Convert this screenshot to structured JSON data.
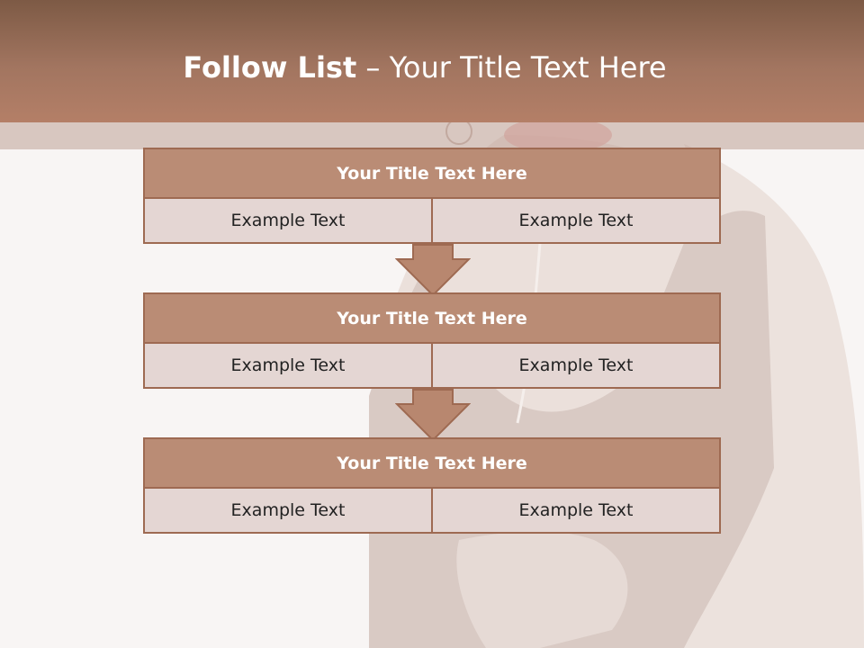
{
  "slide": {
    "title_bold": "Follow List",
    "title_rest": " – Your Title Text Here"
  },
  "steps": [
    {
      "title": "Your Title Text Here",
      "left": "Example Text",
      "right": "Example Text"
    },
    {
      "title": "Your Title Text Here",
      "left": "Example Text",
      "right": "Example Text"
    },
    {
      "title": "Your Title Text Here",
      "left": "Example Text",
      "right": "Example Text"
    }
  ],
  "colors": {
    "header": "#a27560",
    "block_title": "#ba8c75",
    "block_border": "#9e6a52",
    "cell": "#e4d6d3",
    "arrow": "#b8876f"
  }
}
